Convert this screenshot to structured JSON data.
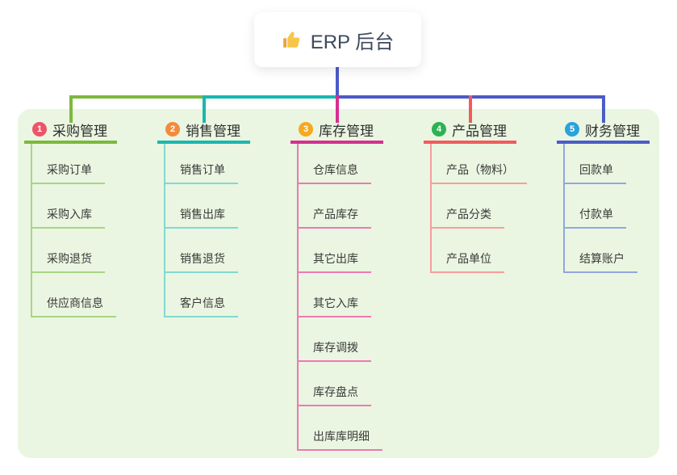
{
  "root": {
    "icon": "thumbs-up",
    "label": "ERP 后台"
  },
  "theme": {
    "panel_bg": "#eaf6e1",
    "connector_blue": "#4d5ac9",
    "root_text_color": "#3e495c"
  },
  "branches": [
    {
      "number": "1",
      "label": "采购管理",
      "badge_color": "#ee5467",
      "line_color": "#7cb93f",
      "child_line_color": "#a9d584",
      "children": [
        "采购订单",
        "采购入库",
        "采购退货",
        "供应商信息"
      ]
    },
    {
      "number": "2",
      "label": "销售管理",
      "badge_color": "#f28b3d",
      "line_color": "#19b8af",
      "child_line_color": "#82d8d1",
      "children": [
        "销售订单",
        "销售出库",
        "销售退货",
        "客户信息"
      ]
    },
    {
      "number": "3",
      "label": "库存管理",
      "badge_color": "#f6a821",
      "line_color": "#d62f90",
      "child_line_color": "#ef78b4",
      "children": [
        "仓库信息",
        "产品库存",
        "其它出库",
        "其它入库",
        "库存调拨",
        "库存盘点",
        "出库库明细"
      ]
    },
    {
      "number": "4",
      "label": "产品管理",
      "badge_color": "#2fb156",
      "line_color": "#f15b5e",
      "child_line_color": "#f79d9d",
      "children": [
        "产品（物料）",
        "产品分类",
        "产品单位"
      ]
    },
    {
      "number": "5",
      "label": "财务管理",
      "badge_color": "#2aa2dc",
      "line_color": "#4a5dc8",
      "child_line_color": "#93a6df",
      "children": [
        "回款单",
        "付款单",
        "结算账户"
      ]
    }
  ]
}
